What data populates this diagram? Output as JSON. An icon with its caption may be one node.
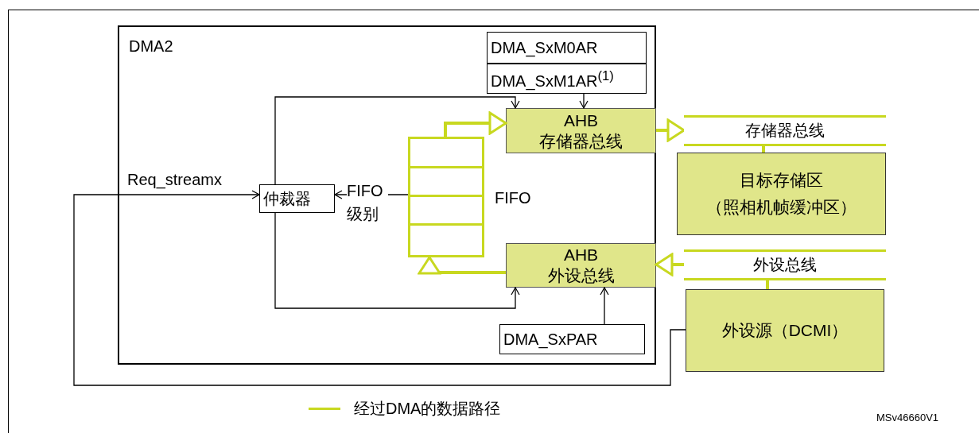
{
  "diagram": {
    "nodes": [
      {
        "text": [
          "DMA2"
        ]
      },
      {
        "text": [
          "DMA_SxM0AR"
        ],
        "in": 0
      },
      {
        "text": [
          "DMA_SxM1AR$^{(1)}$"
        ],
        "in": 0
      },
      {
        "text": [
          "AHB 存储器总线"
        ],
        "in": 0
      },
      {
        "text": [
          "仲裁器"
        ],
        "in": 0
      },
      {
        "text": [],
        "shape": "box",
        "beside": [
          "FIFO"
        ],
        "in": 0
      },
      {
        "text": [
          "AHB 外设总线"
        ],
        "in": 0
      },
      {
        "text": [
          "DMA_SxPAR"
        ],
        "in": 0
      },
      {
        "text": [
          "目标存储区（照相机帧缓冲区）"
        ]
      },
      {
        "text": [
          "外设源（DCMI）"
        ]
      },
      {
        "text": [
          "存储器总线"
        ]
      },
      {
        "text": [
          "外设总线"
        ]
      }
    ],
    "edges": [
      {
        "from": 2,
        "to": 3,
        "arrow": "to"
      },
      {
        "from": 4,
        "to": 3,
        "arrow": "to"
      },
      {
        "from": 4,
        "to": 6,
        "arrow": "to"
      },
      {
        "from": 7,
        "to": 6,
        "arrow": "to"
      },
      {
        "from": 5,
        "to": 4,
        "arrow": "to",
        "label": "FIFO 级别"
      },
      {
        "from": 9,
        "to": 4,
        "arrow": "to",
        "label": "Req_streamx"
      },
      {
        "from": 5,
        "to": 3,
        "arrow": "to",
        "style": "thick",
        "color": "#c8d820"
      },
      {
        "from": 6,
        "to": 5,
        "arrow": "to",
        "style": "thick",
        "color": "#c8d820"
      },
      {
        "from": 3,
        "to": 10,
        "arrow": "to",
        "style": "thick",
        "color": "#c8d820"
      },
      {
        "from": 10,
        "to": 8,
        "arrow": "none",
        "style": "thick",
        "color": "#c8d820"
      },
      {
        "from": 11,
        "to": 6,
        "arrow": "to",
        "style": "thick",
        "color": "#c8d820"
      },
      {
        "from": 9,
        "to": 11,
        "arrow": "none",
        "style": "thick",
        "color": "#c8d820"
      }
    ],
    "labels": [
      "MSv46660V1"
    ],
    "legend": [
      {
        "text": "经过DMA的数据路径"
      }
    ]
  }
}
